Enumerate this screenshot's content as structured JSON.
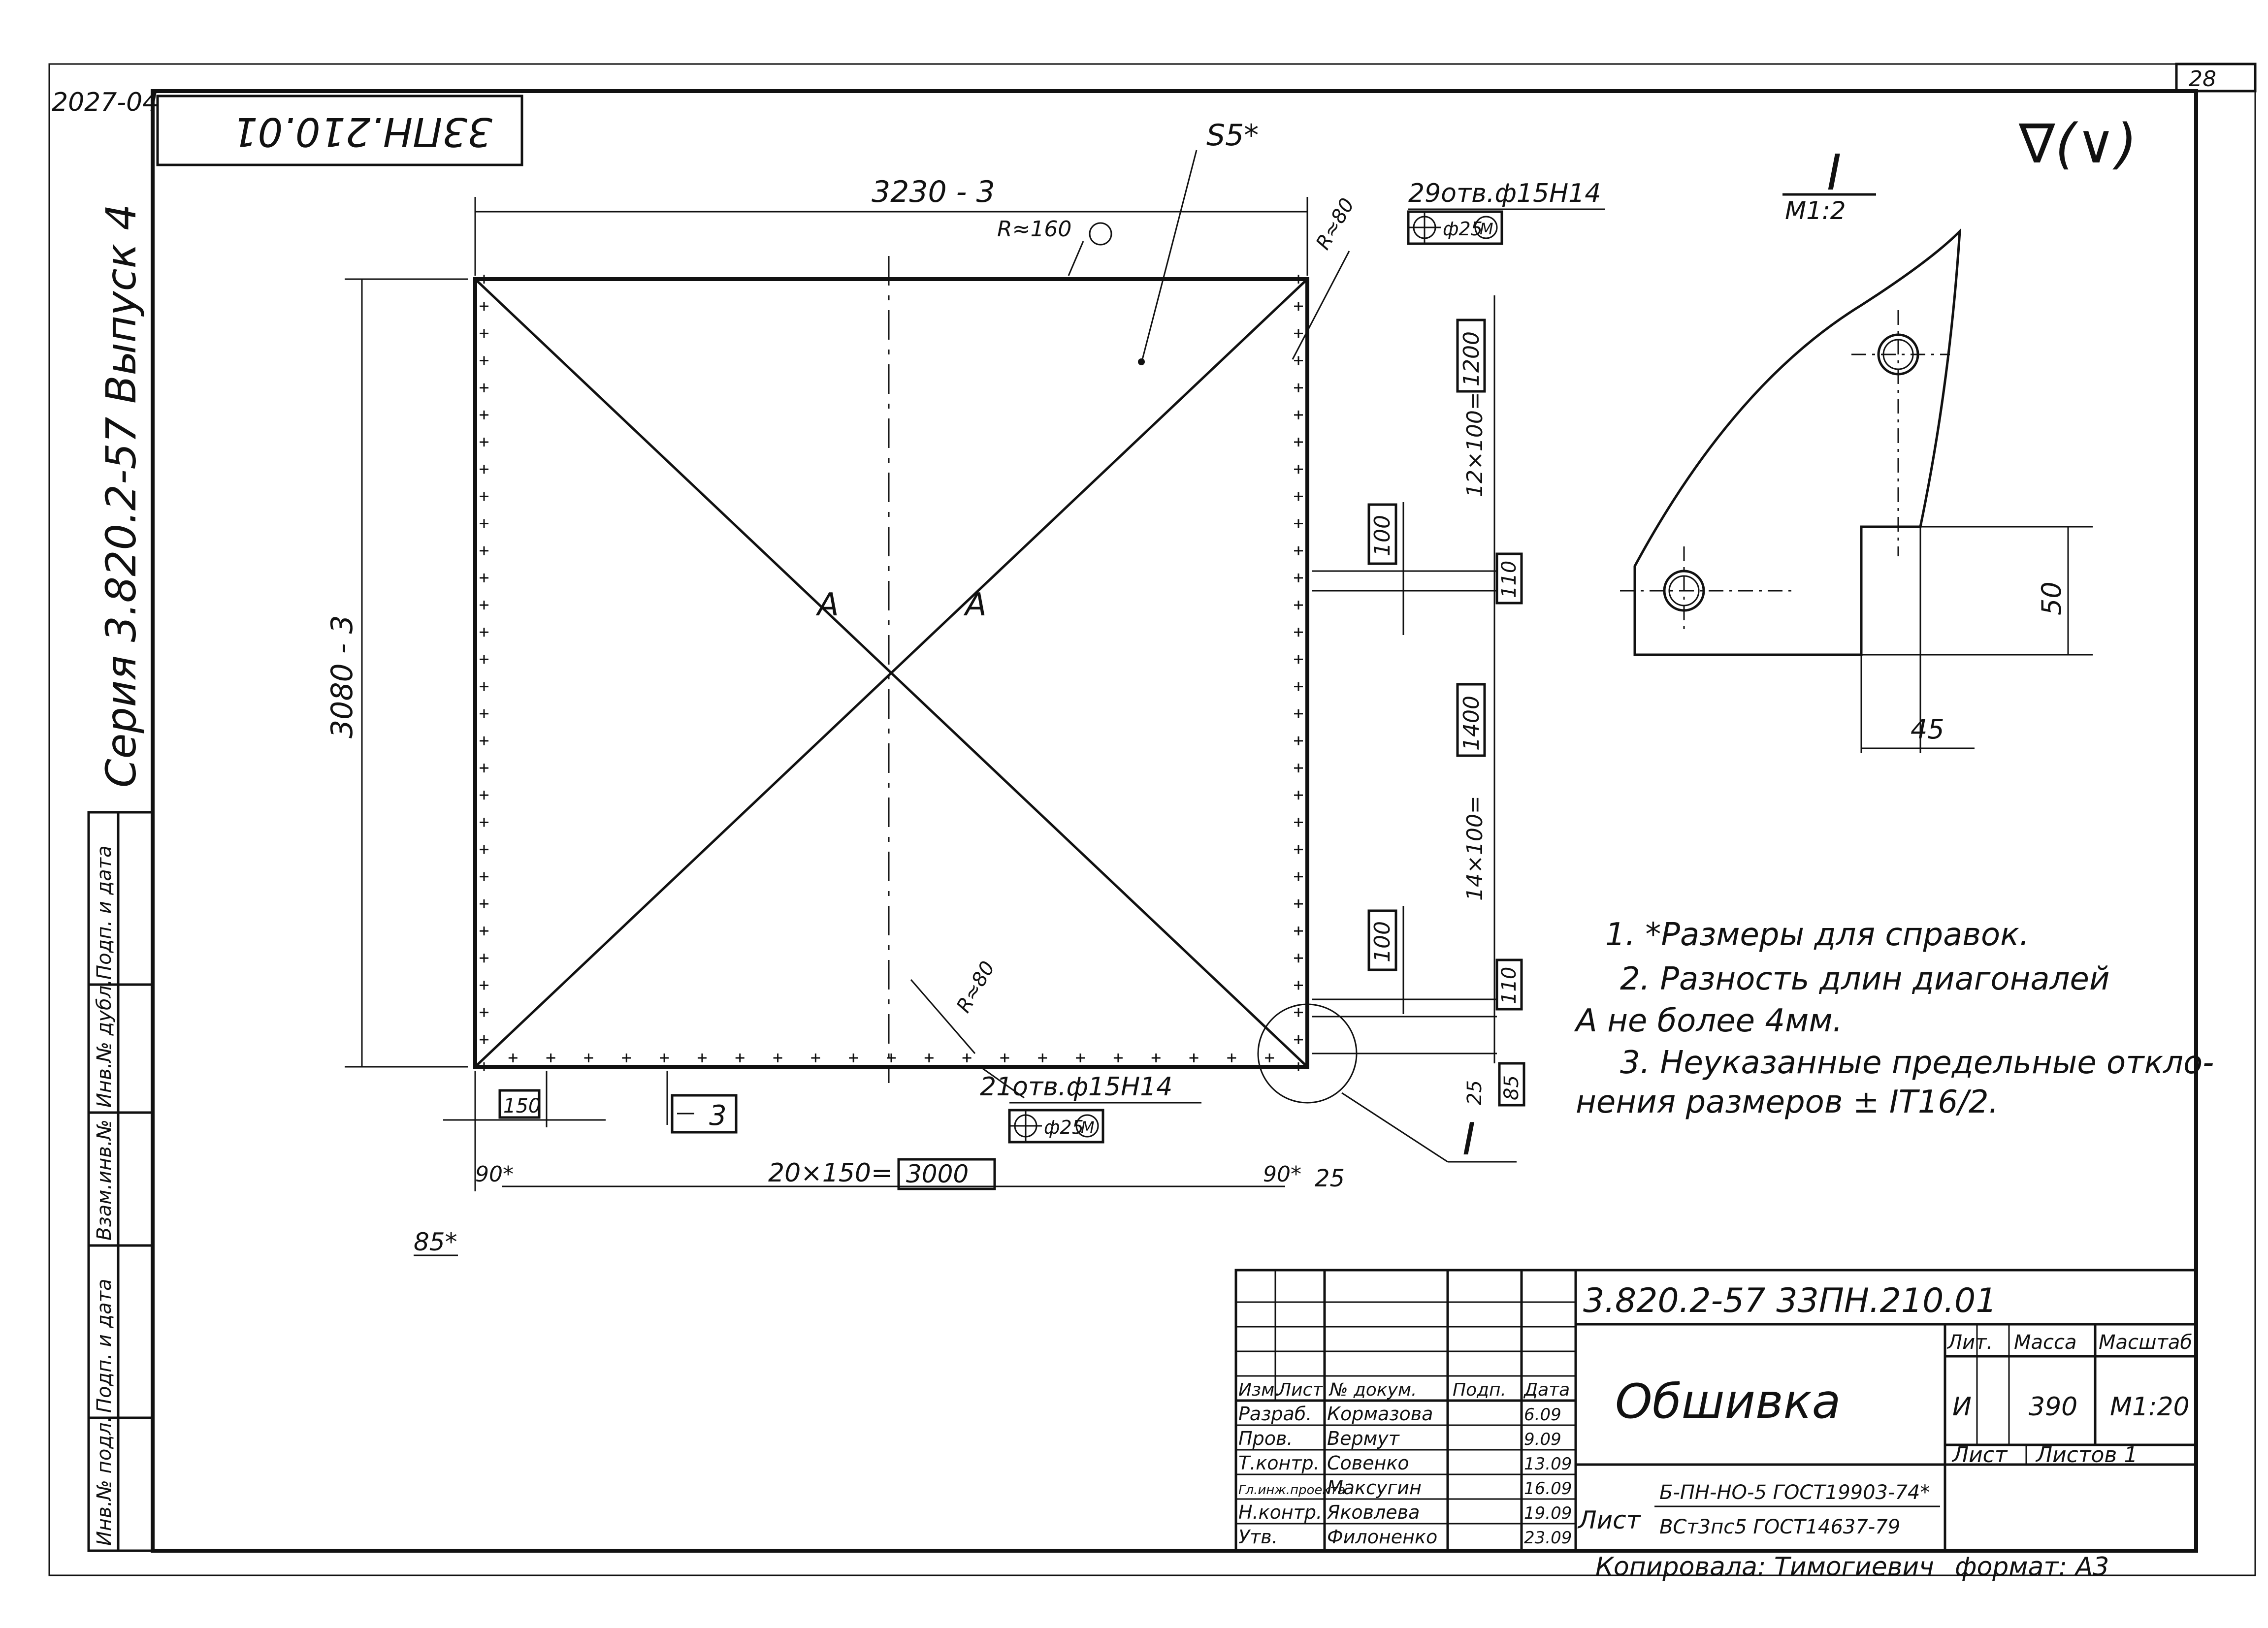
{
  "header": {
    "corner_code": "2027-04",
    "stamp_code": "33ПН.210.01",
    "series": "Серия 3.820.2-57",
    "issue": "Выпуск 4",
    "page_number": "28",
    "surface_finish": "∇(∨)"
  },
  "left_strip": {
    "fields": [
      "Инв.№ подл.",
      "Подп. и дата",
      "Взам.инв.№",
      "Инв.№ дубл.",
      "Подп. и дата"
    ]
  },
  "main_view": {
    "width_dim": "3230 - 3",
    "height_dim": "3080 - 3",
    "thickness": "S5*",
    "radius_top": "R≈160",
    "radius_corner": "R≈80",
    "radius_bottom": "R≈80",
    "diag_label": "А",
    "holes_right": "29отв.ф15Н14",
    "holes_bottom": "21отв.ф15Н14",
    "tolerance_frame": "ф25",
    "tolerance_mod": "М",
    "dim_12x100": "12×100=",
    "dim_1200": "1200",
    "dim_14x100": "14×100=",
    "dim_1400": "1400",
    "dim_100": "100",
    "dim_110": "110",
    "dim_25": "25",
    "dim_85": "85",
    "dim_150": "150",
    "dim_20x150": "20×150=",
    "dim_3000": "3000",
    "angle_90": "90*",
    "dim_85_left": "85*",
    "dim_25_bottom": "25",
    "section_ref": "3",
    "detail_ref": "I"
  },
  "detail_view": {
    "label": "I",
    "scale": "М1:2",
    "dim_50": "50",
    "dim_45": "45"
  },
  "notes": [
    "1. *Размеры для справок.",
    "2. Разность длин диагоналей",
    "А не более 4мм.",
    "3. Неуказанные предельные откло-",
    "нения размеров ± IT16/2."
  ],
  "title_block": {
    "doc_code": "3.820.2-57   33ПН.210.01",
    "name": "Обшивка",
    "col_headers": [
      "Изм.",
      "Лист",
      "№ докум.",
      "Подп.",
      "Дата"
    ],
    "signers": [
      {
        "role": "Разраб.",
        "name": "Кормазова",
        "date": "6.09"
      },
      {
        "role": "Пров.",
        "name": "Вермут",
        "date": "9.09"
      },
      {
        "role": "Т.контр.",
        "name": "Совенко",
        "date": "13.09"
      },
      {
        "role": "Гл.инж.проекта",
        "name": "Максугин",
        "date": "16.09"
      },
      {
        "role": "Н.контр.",
        "name": "Яковлева",
        "date": "19.09"
      },
      {
        "role": "Утв.",
        "name": "Филоненко",
        "date": "23.09"
      }
    ],
    "lit_label": "Лит.",
    "mass_label": "Масса",
    "scale_label": "Масштаб",
    "lit_value": "И",
    "mass_value": "390",
    "scale_value": "М1:20",
    "sheet_label": "Лист",
    "sheets_label": "Листов 1",
    "material_sheet": "Лист",
    "material_top": "Б-ПН-НО-5 ГОСТ19903-74*",
    "material_bottom": "ВСт3пс5 ГОСТ14637-79"
  },
  "footer": {
    "copied": "Копировала: Тимогиевич",
    "format": "формат: А3"
  }
}
